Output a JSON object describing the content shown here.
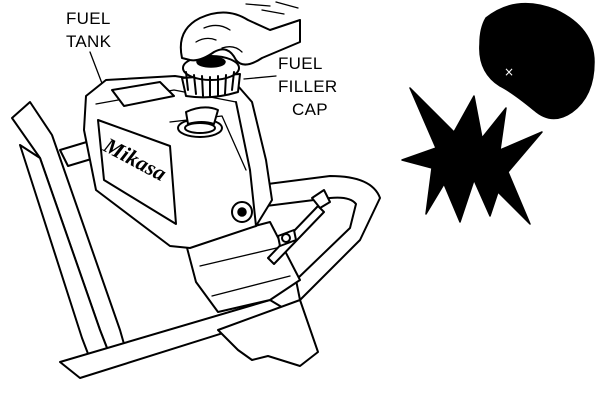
{
  "labels": {
    "tank_line1": "FUEL",
    "tank_line2": "TANK",
    "cap_line1": "FUEL",
    "cap_line2": "FILLER",
    "cap_line3": "CAP"
  },
  "brand": "Mikasa",
  "colors": {
    "ink": "#000000",
    "paper": "#ffffff"
  }
}
